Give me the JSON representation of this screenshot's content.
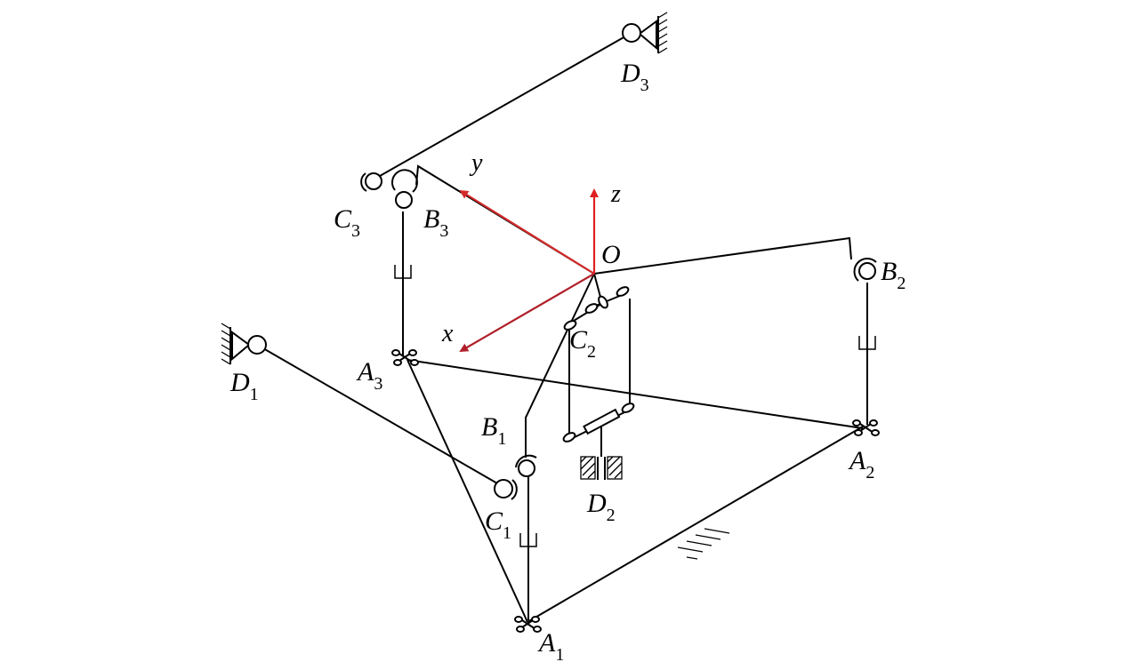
{
  "labels": {
    "O": "O",
    "x": "x",
    "y": "y",
    "z": "z",
    "A1": {
      "main": "A",
      "sub": "1"
    },
    "A2": {
      "main": "A",
      "sub": "2"
    },
    "A3": {
      "main": "A",
      "sub": "3"
    },
    "B1": {
      "main": "B",
      "sub": "1"
    },
    "B2": {
      "main": "B",
      "sub": "2"
    },
    "B3": {
      "main": "B",
      "sub": "3"
    },
    "C1": {
      "main": "C",
      "sub": "1"
    },
    "C2": {
      "main": "C",
      "sub": "2"
    },
    "C3": {
      "main": "C",
      "sub": "3"
    },
    "D1": {
      "main": "D",
      "sub": "1"
    },
    "D2": {
      "main": "D",
      "sub": "2"
    },
    "D3": {
      "main": "D",
      "sub": "3"
    }
  },
  "colors": {
    "axis_x": "#b0202a",
    "axis_y": "#d42a2a",
    "axis_z": "#e02020",
    "line": "#000000"
  }
}
